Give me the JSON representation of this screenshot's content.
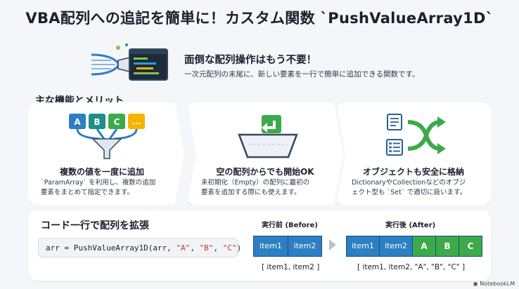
{
  "title": "VBA配列への追記を簡単に！カスタム関数 `PushValueArray1D`",
  "hero": {
    "heading": "面倒な配列操作はもう不要！",
    "subtitle": "一次元配列の末尾に、新しい要素を一行で簡単に追加できる関数です。"
  },
  "features": {
    "label": "主な機能とメリット",
    "cards": [
      {
        "heading": "複数の値を一度に追加",
        "desc_line1": "`ParamArray` を利用し、複数の追加",
        "desc_line2": "要素をまとめて指定できます。",
        "blocks": [
          "A",
          "B",
          "C",
          "..."
        ]
      },
      {
        "heading": "空の配列からでも開始OK",
        "desc_line1": "未初期化（Empty）の配列に最初の",
        "desc_line2": "要素を追加する際にも使えます。"
      },
      {
        "heading": "オブジェクトも安全に格納",
        "desc_line1": "DictionaryやCollectionなどのオブジ",
        "desc_line2": "ェクト型も `Set` で適切に扱います。"
      }
    ]
  },
  "code_section": {
    "label": "コード一行で配列を拡張",
    "code_prefix": "arr = PushValueArray1D(arr, ",
    "code_args": [
      "\"A\"",
      "\"B\"",
      "\"C\""
    ],
    "code_suffix": ")",
    "before": {
      "label": "実行前 (Before)",
      "cells": [
        "item1",
        "item2"
      ],
      "text": "[ item1, item2 ]"
    },
    "after": {
      "label": "実行後 (After)",
      "cells": [
        "item1",
        "item2",
        "A",
        "B",
        "C"
      ],
      "text": "[ item1, item2, \"A\", \"B\", \"C\" ]"
    }
  },
  "watermark": "NotebookLM",
  "colors": {
    "blue": "#2b7fc2",
    "green": "#3daa4a",
    "navy": "#16527f",
    "teal": "#1f8f8a"
  },
  "icons": [
    "code-window-icon",
    "funnel-icon",
    "tray-arrow-icon",
    "shuffle-icon",
    "notebook-icon",
    "list-icon",
    "notebooklm-logo-icon"
  ]
}
